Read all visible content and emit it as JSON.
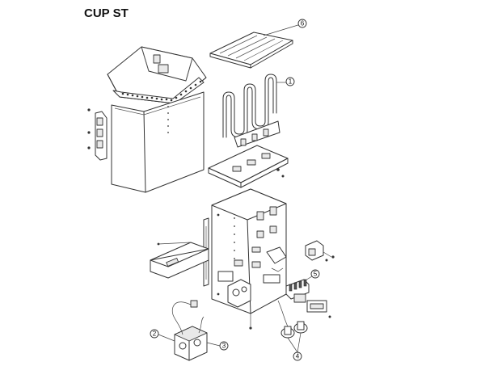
{
  "title": "CUP ST",
  "callouts": [
    {
      "id": "6",
      "label": "6"
    },
    {
      "id": "1",
      "label": "1"
    },
    {
      "id": "5",
      "label": "5"
    },
    {
      "id": "2",
      "label": "2"
    },
    {
      "id": "3",
      "label": "3"
    },
    {
      "id": "4",
      "label": "4"
    }
  ]
}
